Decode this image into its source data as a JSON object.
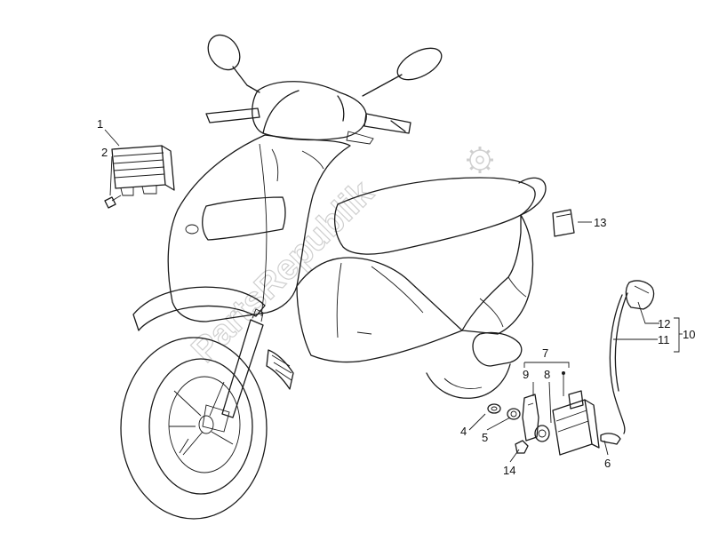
{
  "watermark": {
    "text": "PartsRepublik"
  },
  "callouts": [
    {
      "id": "c1",
      "label": "1"
    },
    {
      "id": "c2",
      "label": "2"
    },
    {
      "id": "c4",
      "label": "4"
    },
    {
      "id": "c5",
      "label": "5"
    },
    {
      "id": "c6",
      "label": "6"
    },
    {
      "id": "c7",
      "label": "7"
    },
    {
      "id": "c8",
      "label": "8"
    },
    {
      "id": "c9",
      "label": "9"
    },
    {
      "id": "c10",
      "label": "10"
    },
    {
      "id": "c11",
      "label": "11"
    },
    {
      "id": "c12",
      "label": "12"
    },
    {
      "id": "c13",
      "label": "13"
    },
    {
      "id": "c14",
      "label": "14"
    }
  ],
  "icons": {
    "watermark_gear": "gear-icon"
  }
}
